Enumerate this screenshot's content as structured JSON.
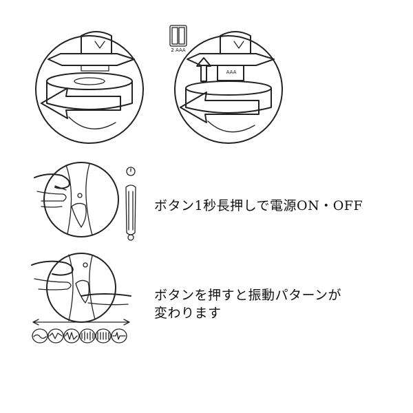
{
  "battery": {
    "label": "2 AAA",
    "cell_label": "AAA"
  },
  "steps": [
    {
      "text_lines": [
        "ボタン1秒長押しで電源ON・OFF"
      ]
    },
    {
      "text_lines": [
        "ボタンを押すと振動パターンが",
        "変わります"
      ]
    }
  ]
}
